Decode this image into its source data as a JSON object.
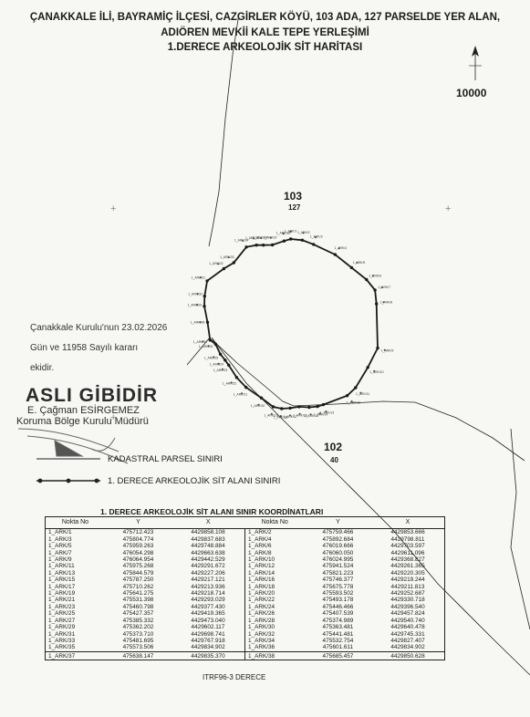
{
  "header": {
    "line1": "ÇANAKKALE İLİ, BAYRAMİÇ İLÇESİ, CAZGİRLER KÖYÜ, 103 ADA, 127 PARSELDE YER ALAN,",
    "line2": "ADIÖREN MEVKİİ KALE TEPE YERLEŞİMİ",
    "line3": "1.DERECE ARKEOLOJİK SİT HARİTASI"
  },
  "scale_label": "10000",
  "parcels": [
    {
      "block": "103",
      "parcel": "127"
    },
    {
      "block": "102",
      "parcel": "40"
    }
  ],
  "stamp": {
    "line1": "Çanakkale Kurulu'nun 23.02.2026",
    "line2": "Gün ve 11958 Sayılı kararı",
    "line3": "ekidir.",
    "certified": "ASLI GİBİDİR",
    "name": "E. Çağman ESİRGEMEZ",
    "title": "Koruma Bölge Kurulu Müdürü"
  },
  "legend": {
    "parcel_boundary": "KADASTRAL PARSEL SINIRI",
    "site_boundary": "1. DERECE ARKEOLOJİK SİT ALANI SINIRI"
  },
  "table": {
    "title": "1. DERECE ARKEOLOJİK SİT ALANI SINIR KOORDİNATLARI",
    "headers": [
      "Nokta No",
      "Y",
      "X",
      "Nokta No",
      "Y",
      "X"
    ],
    "rows": [
      [
        "1_ARK/1",
        "475712.423",
        "4429858.108",
        "1_ARK/2",
        "475759.466",
        "4429853.666"
      ],
      [
        "1_ARK/3",
        "475804.774",
        "4429837.683",
        "1_ARK/4",
        "475892.684",
        "4429798.811"
      ],
      [
        "1_ARK/5",
        "475959.263",
        "4429748.884",
        "1_ARK/6",
        "476019.666",
        "4429703.597"
      ],
      [
        "1_ARK/7",
        "476054.298",
        "4429663.638",
        "1_ARK/8",
        "476060.050",
        "4429611.096"
      ],
      [
        "1_ARK/9",
        "476064.954",
        "4429442.529",
        "1_ARK/10",
        "476024.995",
        "4429368.827"
      ],
      [
        "1_ARK/11",
        "475975.268",
        "4429291.672",
        "1_ARK/12",
        "475941.524",
        "4429261.365"
      ],
      [
        "1_ARK/13",
        "475844.579",
        "4429227.206",
        "1_ARK/14",
        "475821.223",
        "4429220.305"
      ],
      [
        "1_ARK/15",
        "475787.250",
        "4429217.121",
        "1_ARK/16",
        "475746.377",
        "4429219.244"
      ],
      [
        "1_ARK/17",
        "475710.262",
        "4429213.936",
        "1_ARK/18",
        "475675.778",
        "4429211.813"
      ],
      [
        "1_ARK/19",
        "475641.275",
        "4429218.714",
        "1_ARK/20",
        "475593.502",
        "4429252.687"
      ],
      [
        "1_ARK/21",
        "475531.398",
        "4429293.029",
        "1_ARK/22",
        "475493.178",
        "4429330.718"
      ],
      [
        "1_ARK/23",
        "475460.798",
        "4429377.430",
        "1_ARK/24",
        "475446.466",
        "4429396.540"
      ],
      [
        "1_ARK/25",
        "475427.357",
        "4429419.365",
        "1_ARK/26",
        "475407.539",
        "4429457.824"
      ],
      [
        "1_ARK/27",
        "475385.332",
        "4429473.040",
        "1_ARK/28",
        "475374.989",
        "4429540.740"
      ],
      [
        "1_ARK/29",
        "475362.202",
        "4429602.117",
        "1_ARK/30",
        "475363.481",
        "4429640.478"
      ],
      [
        "1_ARK/31",
        "475373.710",
        "4429698.741",
        "1_ARK/32",
        "475441.481",
        "4429745.331"
      ],
      [
        "1_ARK/33",
        "475481.695",
        "4429767.918",
        "1_ARK/34",
        "475532.754",
        "4429827.407"
      ],
      [
        "1_ARK/35",
        "475573.506",
        "4429834.902",
        "1_ARK/36",
        "475601.611",
        "4429834.902"
      ],
      [
        "1_ARK/37",
        "475638.147",
        "4429835.370",
        "1_ARK/38",
        "475685.457",
        "4429850.628"
      ]
    ]
  },
  "footer": "ITRF96-3 DERECE",
  "colors": {
    "ink": "#1a1a1a",
    "paper": "#f7f7f4",
    "stamp": "#3a3a3a"
  }
}
